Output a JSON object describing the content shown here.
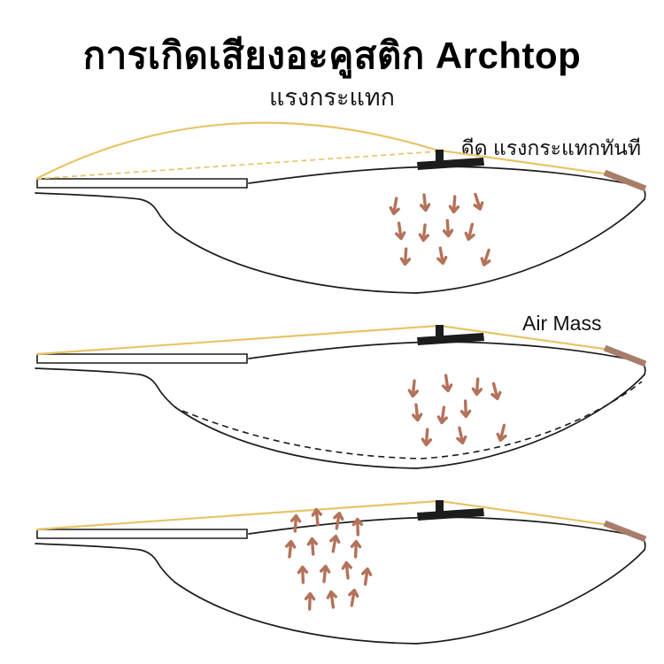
{
  "title": "การเกิดเสียงอะคูสติก Archtop",
  "subtitle": "แรงกระแทก",
  "annotations": {
    "pluck_label": "ดีด แรงกระแทกทันที",
    "air_mass_label": "Air Mass"
  },
  "colors": {
    "background": "#ffffff",
    "outline": "#1c1c1c",
    "string": "#e7c468",
    "arrow": "#b4725a",
    "tailpiece": "#a87e6a",
    "text": "#111111"
  },
  "panels": [
    {
      "name": "pluck-impact",
      "baseline": 216,
      "string_state": "plucked",
      "string_rest_dashed": true,
      "back_plate_dashed": false,
      "arrow_direction": "down",
      "arrows": [
        [
          446,
          234,
          10
        ],
        [
          480,
          230,
          -6
        ],
        [
          513,
          232,
          4
        ],
        [
          540,
          229,
          -18
        ],
        [
          452,
          262,
          -8
        ],
        [
          479,
          264,
          6
        ],
        [
          506,
          259,
          -4
        ],
        [
          531,
          263,
          14
        ],
        [
          458,
          291,
          4
        ],
        [
          499,
          290,
          -10
        ],
        [
          549,
          292,
          18
        ]
      ]
    },
    {
      "name": "air-mass",
      "baseline": 414,
      "string_state": "rest",
      "string_rest_dashed": false,
      "back_plate_dashed": true,
      "arrow_direction": "down",
      "arrows": [
        [
          467,
          440,
          6
        ],
        [
          505,
          434,
          -8
        ],
        [
          539,
          438,
          4
        ],
        [
          560,
          443,
          -14
        ],
        [
          471,
          467,
          -6
        ],
        [
          500,
          470,
          8
        ],
        [
          526,
          463,
          -2
        ],
        [
          482,
          495,
          4
        ],
        [
          521,
          493,
          -12
        ],
        [
          567,
          490,
          14
        ]
      ]
    },
    {
      "name": "sound-radiation",
      "baseline": 612,
      "string_state": "rest",
      "string_rest_dashed": false,
      "back_plate_dashed": false,
      "arrow_direction": "up",
      "arrows": [
        [
          334,
          590,
          184
        ],
        [
          358,
          583,
          174
        ],
        [
          382,
          587,
          190
        ],
        [
          404,
          594,
          178
        ],
        [
          328,
          619,
          186
        ],
        [
          353,
          616,
          176
        ],
        [
          378,
          613,
          190
        ],
        [
          402,
          619,
          182
        ],
        [
          342,
          648,
          178
        ],
        [
          367,
          647,
          186
        ],
        [
          392,
          643,
          174
        ],
        [
          414,
          650,
          188
        ],
        [
          350,
          678,
          182
        ],
        [
          375,
          676,
          172
        ],
        [
          399,
          674,
          190
        ]
      ]
    }
  ]
}
